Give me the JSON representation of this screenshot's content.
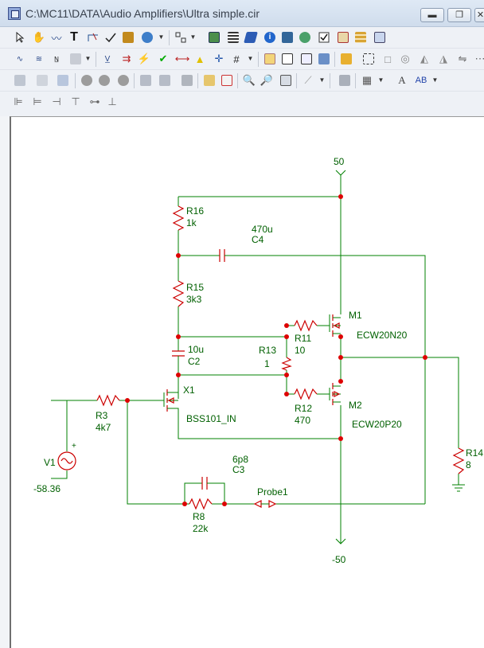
{
  "window": {
    "title": "C:\\MC11\\DATA\\Audio Amplifiers\\Ultra simple.cir"
  },
  "toolbar_icons": {
    "row1": [
      "select-arrow-icon",
      "pan-hand-icon",
      "wire-icon",
      "text-tool-icon",
      "wire-mode-icon",
      "check-icon",
      "bus-icon",
      "component-icon",
      "dropdown",
      "node-icon",
      "dropdown",
      "picture-icon",
      "table-icon",
      "flag-icon",
      "info-icon",
      "help-icon",
      "globe-icon",
      "checkbox-icon",
      "document-icon",
      "list-icon",
      "edit-icon"
    ],
    "row2": [
      "text-display-icon",
      "waveform-icon",
      "node-numbers-icon",
      "grid-icon",
      "dropdown",
      "voltage-icon",
      "current-icon",
      "power-icon",
      "condition-icon",
      "pin-icon",
      "warning-icon",
      "crosshair-icon",
      "grid-toggle-icon",
      "dropdown",
      "page-icon",
      "border-icon",
      "title-block-icon",
      "properties-icon",
      "select-box-icon",
      "rotate-icon",
      "mirror-icon",
      "flip-icon",
      "align-icon"
    ],
    "row3": [
      "cut-icon",
      "copy-icon",
      "paste-icon",
      "stop-icon",
      "cancel-icon",
      "more-icon",
      "group-icon",
      "ungroup-icon",
      "clipboard-icon",
      "find-icon",
      "clear-icon",
      "zoom-in-icon",
      "zoom-out-icon",
      "zoom-fit-icon",
      "probe-icon",
      "dropdown",
      "box-icon",
      "grid-view-icon",
      "dropdown",
      "font-icon",
      "style-icon",
      "dropdown"
    ],
    "row4": [
      "align-left-icon",
      "align-center-icon",
      "align-right-icon",
      "align-top-icon",
      "align-middle-icon",
      "align-bottom-icon"
    ]
  },
  "schematic": {
    "supplies": {
      "vplus": "50",
      "vminus": "-50"
    },
    "components": {
      "R16": {
        "name": "R16",
        "value": "1k"
      },
      "C4": {
        "name": "C4",
        "value": "470u"
      },
      "R15": {
        "name": "R15",
        "value": "3k3"
      },
      "M1": {
        "name": "M1",
        "model": "ECW20N20"
      },
      "R11": {
        "name": "R11",
        "value": "10"
      },
      "C2": {
        "name": "C2",
        "value": "10u"
      },
      "R13": {
        "name": "R13",
        "value": "1"
      },
      "X1": {
        "name": "X1",
        "model": "BSS101_IN"
      },
      "M2": {
        "name": "M2",
        "model": "ECW20P20"
      },
      "R12": {
        "name": "R12",
        "value": "470"
      },
      "R3": {
        "name": "R3",
        "value": "4k7"
      },
      "V1": {
        "name": "V1",
        "value": "-58.36"
      },
      "R14": {
        "name": "R14",
        "value": "8"
      },
      "C3": {
        "name": "C3",
        "value": "6p8"
      },
      "R8": {
        "name": "R8",
        "value": "22k"
      },
      "Probe1": {
        "name": "Probe1"
      }
    },
    "colors": {
      "wire": "#008000",
      "component": "#cc0000",
      "node": "#dd0000",
      "text": "#006000"
    }
  }
}
